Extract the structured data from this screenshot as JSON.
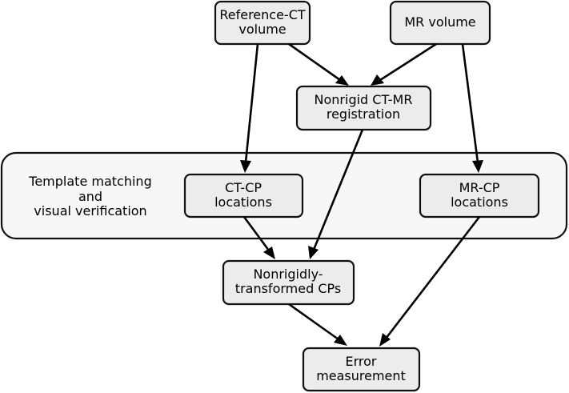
{
  "group": {
    "label_lines": [
      "Template matching",
      "and",
      "visual verification"
    ]
  },
  "nodes": {
    "reference_ct": {
      "lines": [
        "Reference-CT",
        "volume"
      ]
    },
    "mr_volume": {
      "lines": [
        "MR volume"
      ]
    },
    "registration": {
      "lines": [
        "Nonrigid CT-MR",
        "registration"
      ]
    },
    "ct_cp": {
      "lines": [
        "CT-CP",
        "locations"
      ]
    },
    "mr_cp": {
      "lines": [
        "MR-CP",
        "locations"
      ]
    },
    "transformed": {
      "lines": [
        "Nonrigidly-",
        "transformed CPs"
      ]
    },
    "error": {
      "lines": [
        "Error",
        "measurement"
      ]
    }
  },
  "edges": [
    {
      "from": "reference_ct",
      "to": "registration"
    },
    {
      "from": "mr_volume",
      "to": "registration"
    },
    {
      "from": "reference_ct",
      "to": "ct_cp"
    },
    {
      "from": "mr_volume",
      "to": "mr_cp"
    },
    {
      "from": "registration",
      "to": "transformed"
    },
    {
      "from": "ct_cp",
      "to": "transformed"
    },
    {
      "from": "transformed",
      "to": "error"
    },
    {
      "from": "mr_cp",
      "to": "error"
    }
  ]
}
